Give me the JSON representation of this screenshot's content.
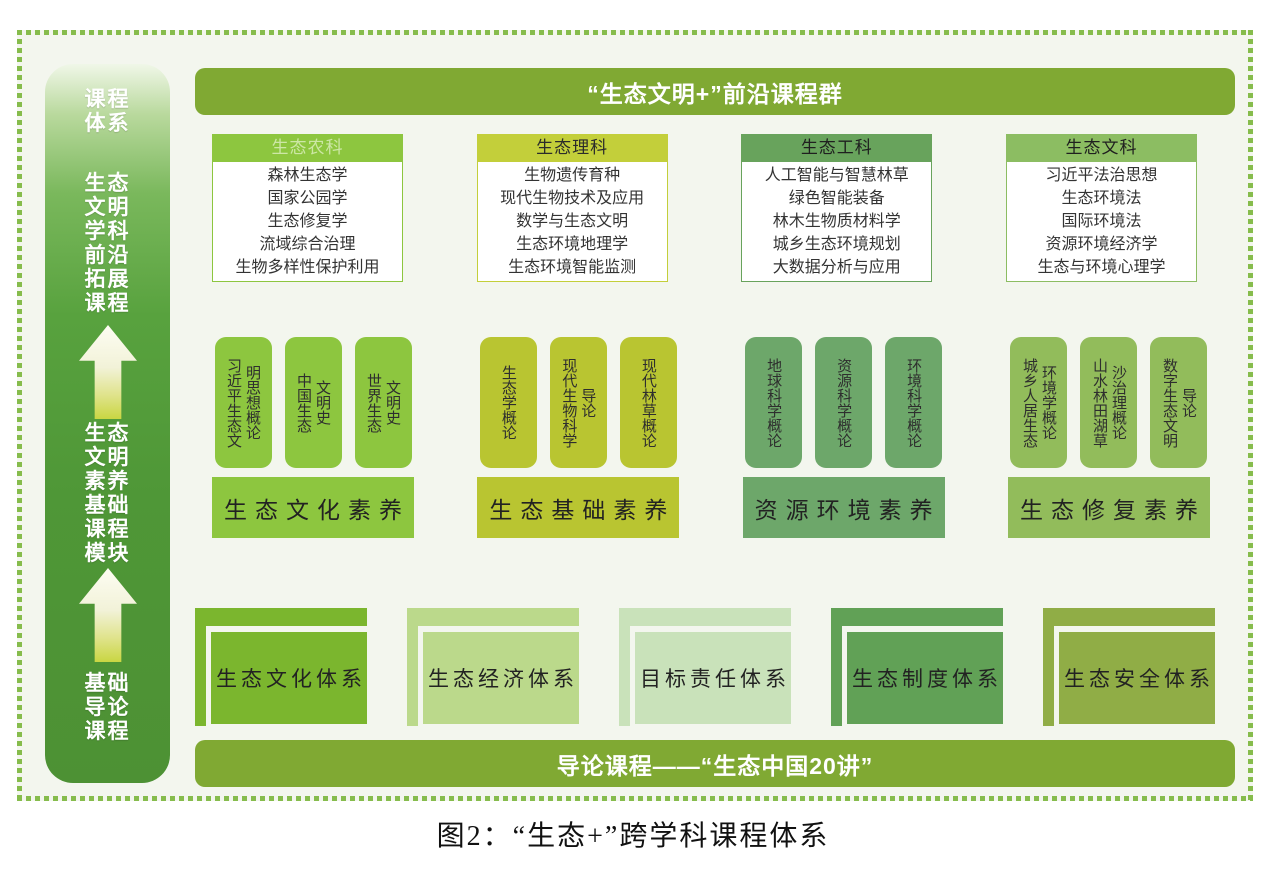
{
  "colors": {
    "canvas_bg": "#f3f6ee",
    "frame_dots": "#86bc4c",
    "banner_green": "#80a933",
    "sidebar_gradient_top": "#f0f7e8",
    "sidebar_gradient_bottom": "#4d9134",
    "arrow_gradient_top": "#fdfdf3",
    "arrow_gradient_bottom": "#c9d642"
  },
  "sidebar": {
    "top_label": "课程\n体系",
    "sections": [
      "生态\n文明\n学科\n前沿\n拓展\n课程",
      "生态\n文明\n素养\n基础\n课程\n模块",
      "基础\n导论\n课程"
    ]
  },
  "top_banner": {
    "label": "“生态文明+”前沿课程群"
  },
  "columns": [
    {
      "title": "生态农科",
      "color": "#8dc63f",
      "title_text_color": "#cde7a6",
      "courses": [
        "森林生态学",
        "国家公园学",
        "生态修复学",
        "流域综合治理",
        "生物多样性保护利用"
      ]
    },
    {
      "title": "生态理科",
      "color": "#c3cf3a",
      "title_text_color": "#2b2b2b",
      "courses": [
        "生物遗传育种",
        "现代生物技术及应用",
        "数学与生态文明",
        "生态环境地理学",
        "生态环境智能监测"
      ]
    },
    {
      "title": "生态工科",
      "color": "#68a35c",
      "title_text_color": "#1f1f1f",
      "courses": [
        "人工智能与智慧林草",
        "绿色智能装备",
        "林木生物质材料学",
        "城乡生态环境规划",
        "大数据分析与应用"
      ]
    },
    {
      "title": "生态文科",
      "color": "#8cbd62",
      "title_text_color": "#1f1f1f",
      "courses": [
        "习近平法治思想",
        "生态环境法",
        "国际环境法",
        "资源环境经济学",
        "生态与环境心理学"
      ]
    }
  ],
  "modules": [
    {
      "label": "生态文化素养",
      "color": "#8dc63f",
      "pills": [
        "习近平生态文\n明思想概论",
        "中国生态\n文明史",
        "世界生态\n文明史"
      ]
    },
    {
      "label": "生态基础素养",
      "color": "#b9c531",
      "pills": [
        "生态学概论",
        "现代生物科学\n导论",
        "现代林草概论"
      ]
    },
    {
      "label": "资源环境素养",
      "color": "#6da76a",
      "pills": [
        "地球科学概论",
        "资源科学概论",
        "环境科学概论"
      ]
    },
    {
      "label": "生态修复素养",
      "color": "#92bc5b",
      "pills": [
        "城乡人居生态\n环境学概论",
        "山水林田湖草\n沙治理概论",
        "数字生态文明\n导论"
      ]
    }
  ],
  "systems": [
    {
      "label": "生态文化体系",
      "color": "#7bb62e"
    },
    {
      "label": "生态经济体系",
      "color": "#bbd98b"
    },
    {
      "label": "目标责任体系",
      "color": "#c9e2ba"
    },
    {
      "label": "生态制度体系",
      "color": "#61a156"
    },
    {
      "label": "生态安全体系",
      "color": "#90ad46"
    }
  ],
  "bottom_banner": {
    "label": "导论课程——“生态中国20讲”"
  },
  "caption": "图2：“生态+”跨学科课程体系"
}
